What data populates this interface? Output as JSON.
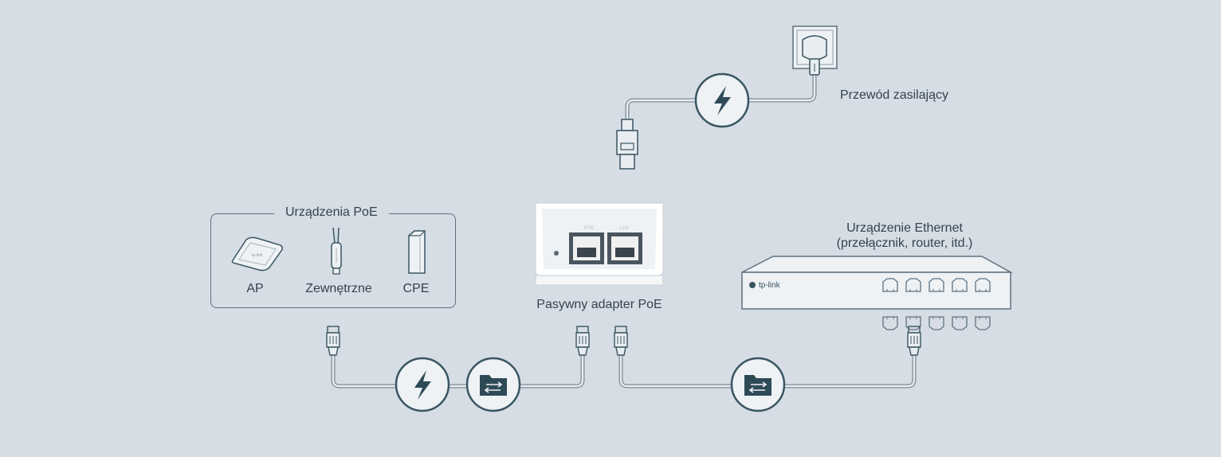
{
  "power_cable": {
    "label": "Przewód zasilający"
  },
  "poe_devices": {
    "title": "Urządzenia PoE",
    "items": [
      {
        "label": "AP"
      },
      {
        "label": "Zewnętrzne"
      },
      {
        "label": "CPE"
      }
    ]
  },
  "adapter": {
    "label": "Pasywny adapter PoE",
    "ports": [
      "POE",
      "LAN"
    ]
  },
  "ethernet_device": {
    "line1": "Urządzenie Ethernet",
    "line2": "(przełącznik, router, itd.)",
    "brand": "tp-link"
  },
  "colors": {
    "background": "#d6dde4",
    "icon_circle": "#3a5562",
    "outline": "#5f7280",
    "cable": "#7e8b96"
  }
}
